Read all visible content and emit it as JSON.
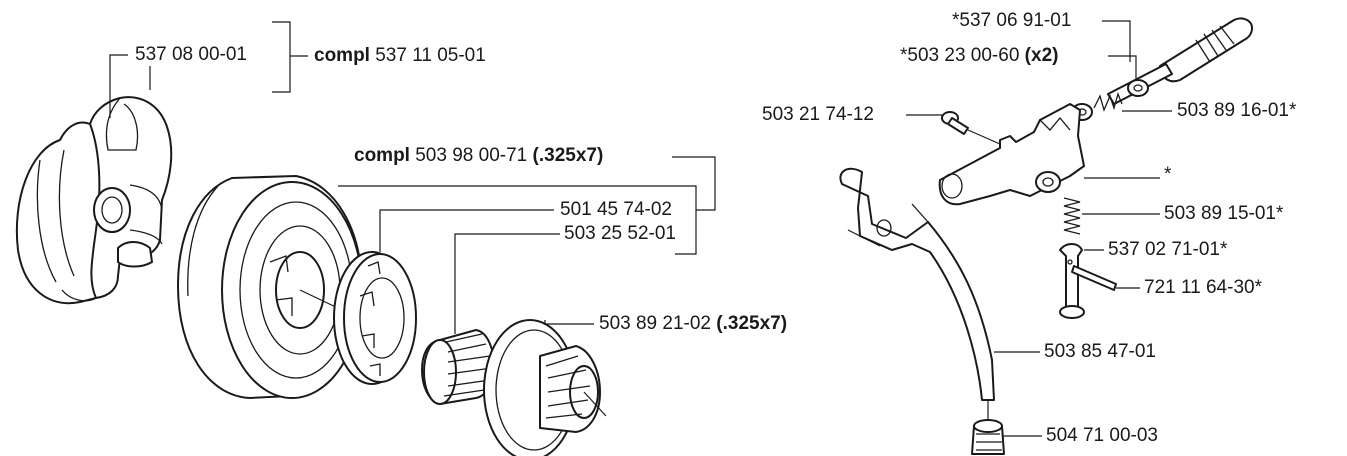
{
  "callouts": {
    "clutch_drum_part": "537 08 00-01",
    "clutch_compl_prefix": "compl",
    "clutch_compl_number": "537 11 05-01",
    "drum_compl_prefix": "compl",
    "drum_compl_number": "503 98 00-71",
    "drum_compl_suffix": "(.325x7)",
    "rim_sprocket": "501 45 74-02",
    "needle_bearing": "503 25 52-01",
    "spur_sprocket_number": "503 89 21-02",
    "spur_sprocket_suffix": "(.325x7)",
    "adjuster_screw": "*537 06 91-01",
    "washer_number": "*503 23 00-60",
    "washer_qty": "(x2)",
    "screw_left": "503 21 74-12",
    "spring_top": "503 89 16-01*",
    "pump_body": "*",
    "spring_mid": "503 89 15-01*",
    "plunger": "537 02 71-01*",
    "pin": "721 11 64-30*",
    "oil_hose": "503 85 47-01",
    "filter": "504 71 00-03"
  }
}
